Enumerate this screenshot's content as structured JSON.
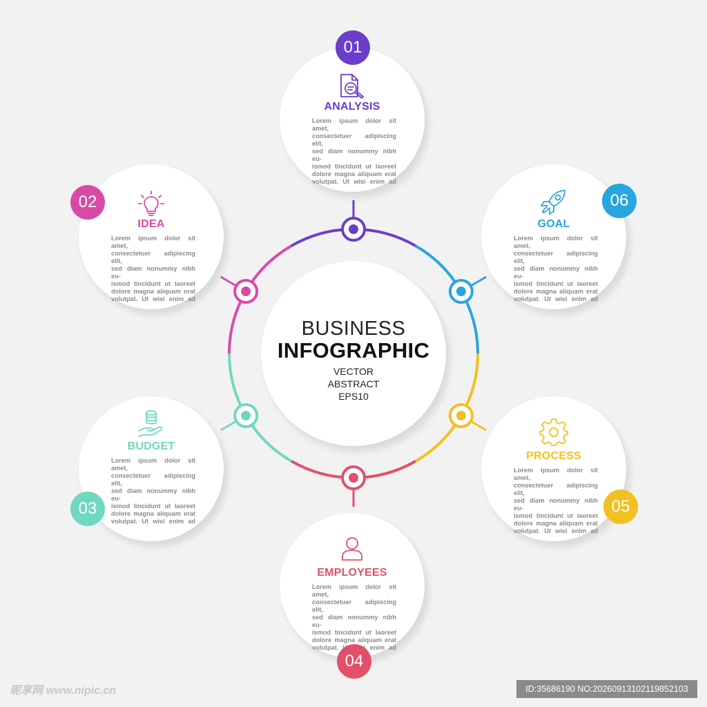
{
  "center": {
    "title_line1": "BUSINESS",
    "title_line2": "INFOGRAPHIC",
    "subtitle": "VECTOR\nABSTRACT\nEPS10"
  },
  "body_text": "Lorem ipsum dolor sit amet,\nconsectetuer adipiscing elit,\nsed diam nonummy nibh eu-\nismod tincidunt ut laoreet\ndolore magna aliquam erat\nvolutpat. Ut wisi enim ad",
  "steps": [
    {
      "number": "01",
      "title": "ANALYSIS",
      "color": "#6b3ec9",
      "icon": "document-search-icon"
    },
    {
      "number": "02",
      "title": "IDEA",
      "color": "#d94aa8",
      "icon": "lightbulb-icon"
    },
    {
      "number": "03",
      "title": "BUDGET",
      "color": "#6fd9bf",
      "icon": "coins-hand-icon"
    },
    {
      "number": "04",
      "title": "EMPLOYEES",
      "color": "#e2506a",
      "icon": "person-icon"
    },
    {
      "number": "05",
      "title": "PROCESS",
      "color": "#f2c021",
      "icon": "gear-icon"
    },
    {
      "number": "06",
      "title": "GOAL",
      "color": "#29a5e0",
      "icon": "rocket-icon"
    }
  ],
  "watermark": {
    "left": "昵享网 www.nipic.cn",
    "right": "ID:35686190 NO:20260913102119852103"
  }
}
